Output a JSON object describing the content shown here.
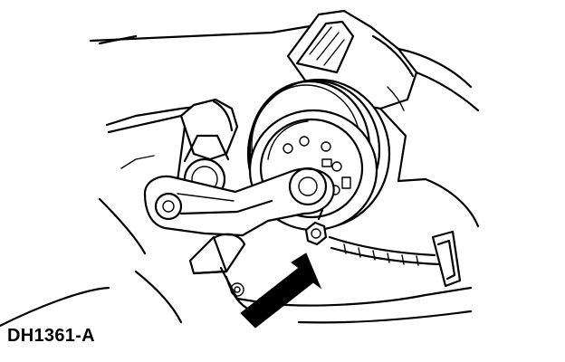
{
  "figure": {
    "code": "DH1361-A"
  },
  "colors": {
    "ink": "#000000",
    "paper": "#ffffff"
  },
  "parts": [
    "belt-tensioner-pulley",
    "tensioner-arm",
    "tensioner-bolt",
    "callout-arrow",
    "generator-housing",
    "engine-bracket"
  ]
}
